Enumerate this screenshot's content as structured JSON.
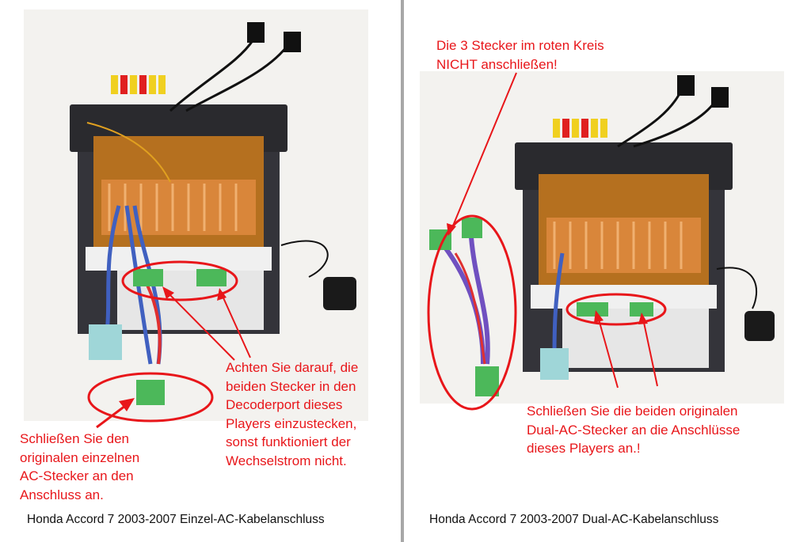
{
  "left_panel": {
    "note_single_ac": "Schließen Sie den\noriginalen einzelnen\nAC-Stecker an den\nAnschluss an.",
    "note_decoder": "Achten Sie darauf, die\nbeiden Stecker in den\nDecoderport dieses\nPlayers einzustecken,\nsonst funktioniert der\nWechselstrom nicht.",
    "caption": "Honda Accord 7 2003-2007 Einzel-AC-Kabelanschluss"
  },
  "right_panel": {
    "note_do_not_connect": "Die 3 Stecker im roten Kreis\nNICHT anschließen!",
    "note_dual_ac": "Schließen Sie die beiden originalen\nDual-AC-Stecker an die Anschlüsse\ndieses Players an.!",
    "caption": "Honda Accord 7 2003-2007 Dual-AC-Kabelanschluss"
  },
  "colors": {
    "annotation": "#e8161a",
    "divider": "#a8a8a8",
    "connector_green": "#4cb85a",
    "board": "#d9863a"
  }
}
